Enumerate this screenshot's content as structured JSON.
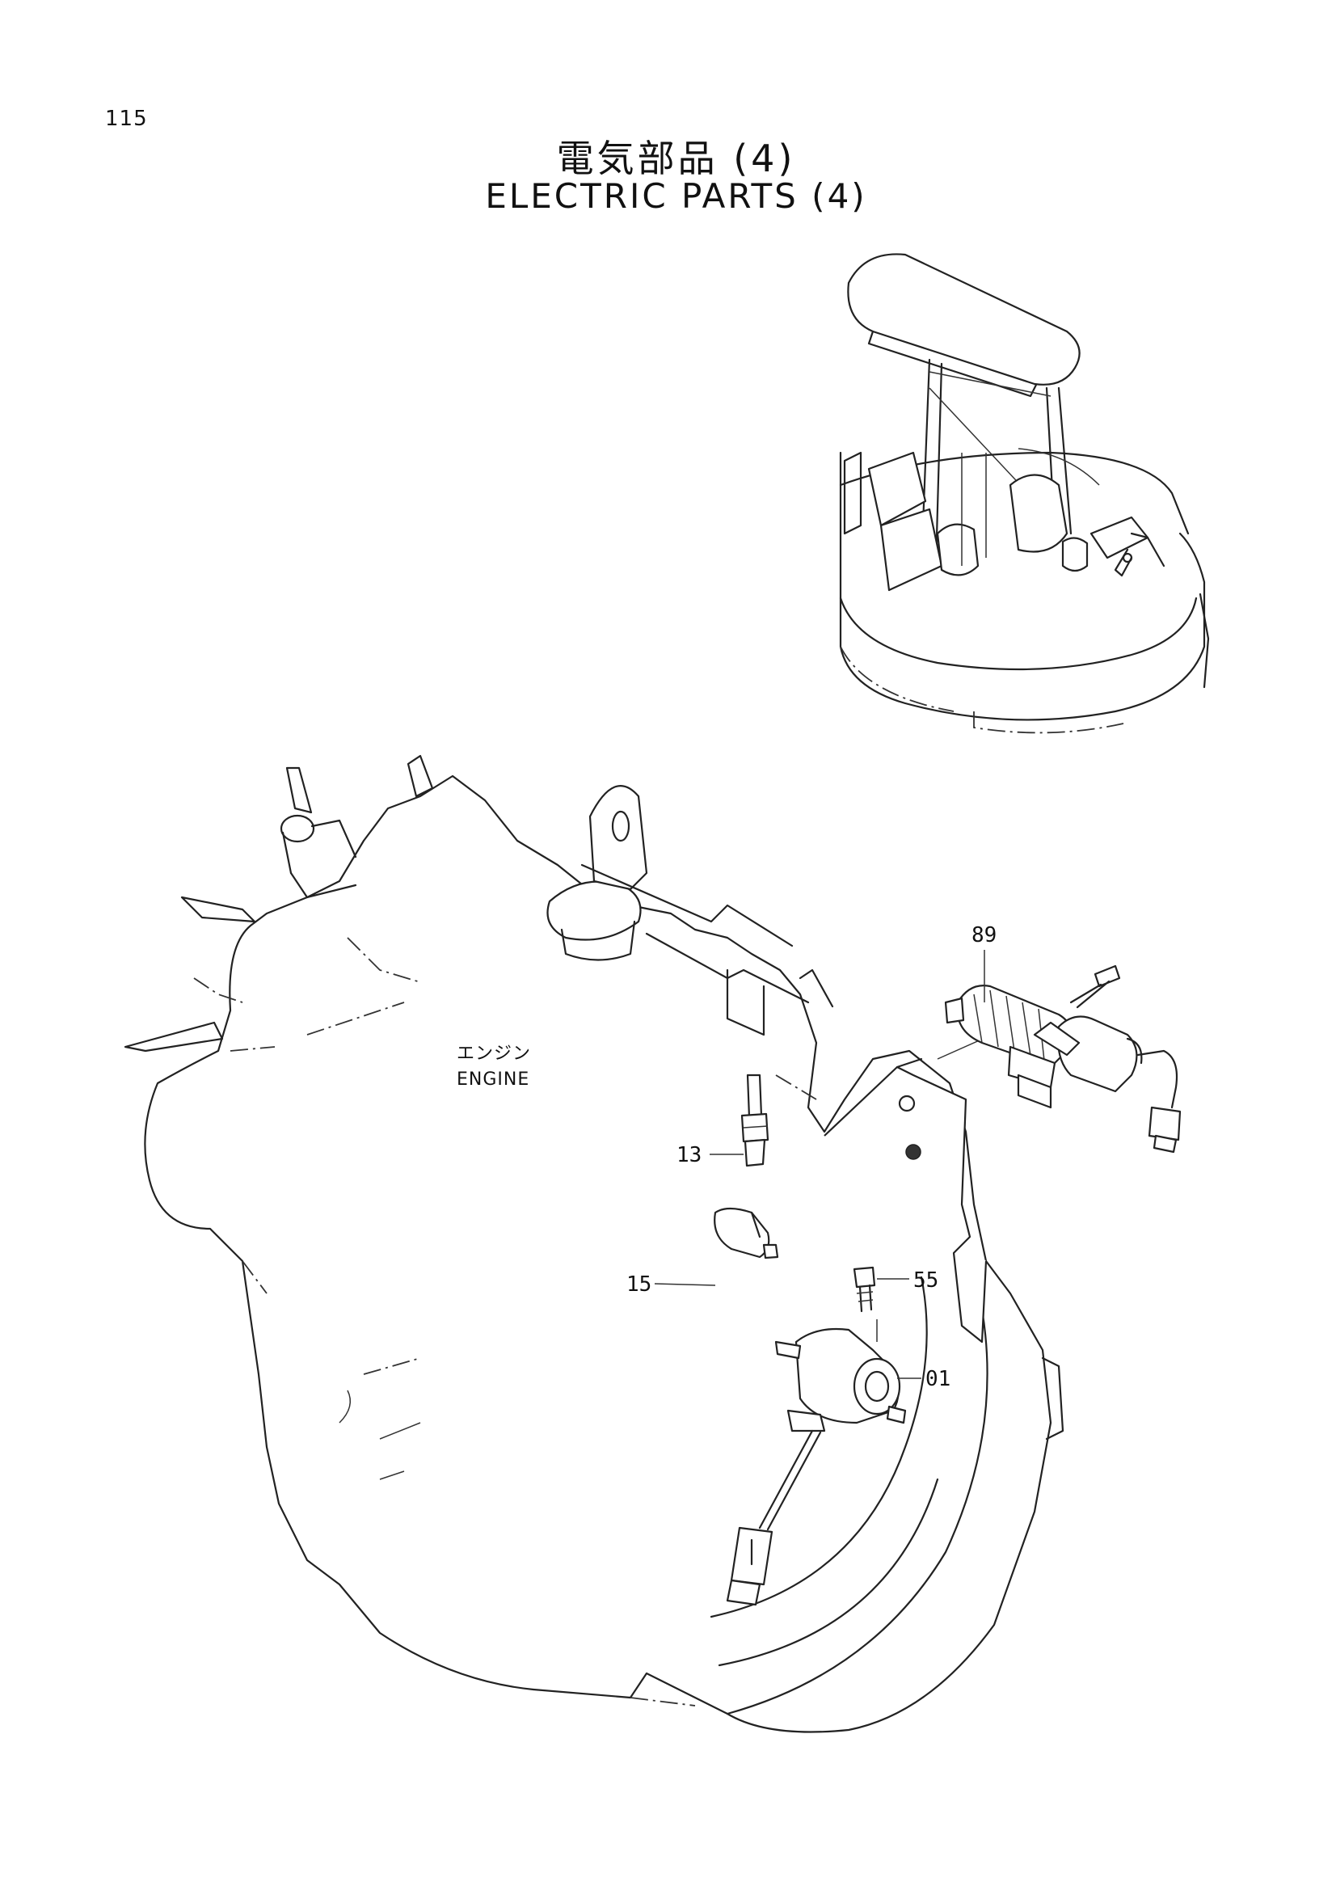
{
  "page": {
    "number": "115",
    "title_jp": "電気部品 (4)",
    "title_en": "ELECTRIC PARTS (4)"
  },
  "engine_label": {
    "jp": "エンジン",
    "en": "ENGINE"
  },
  "callouts": [
    {
      "id": "89",
      "label": "89"
    },
    {
      "id": "13",
      "label": "13"
    },
    {
      "id": "15",
      "label": "15"
    },
    {
      "id": "55",
      "label": "55"
    },
    {
      "id": "01",
      "label": "01"
    }
  ]
}
